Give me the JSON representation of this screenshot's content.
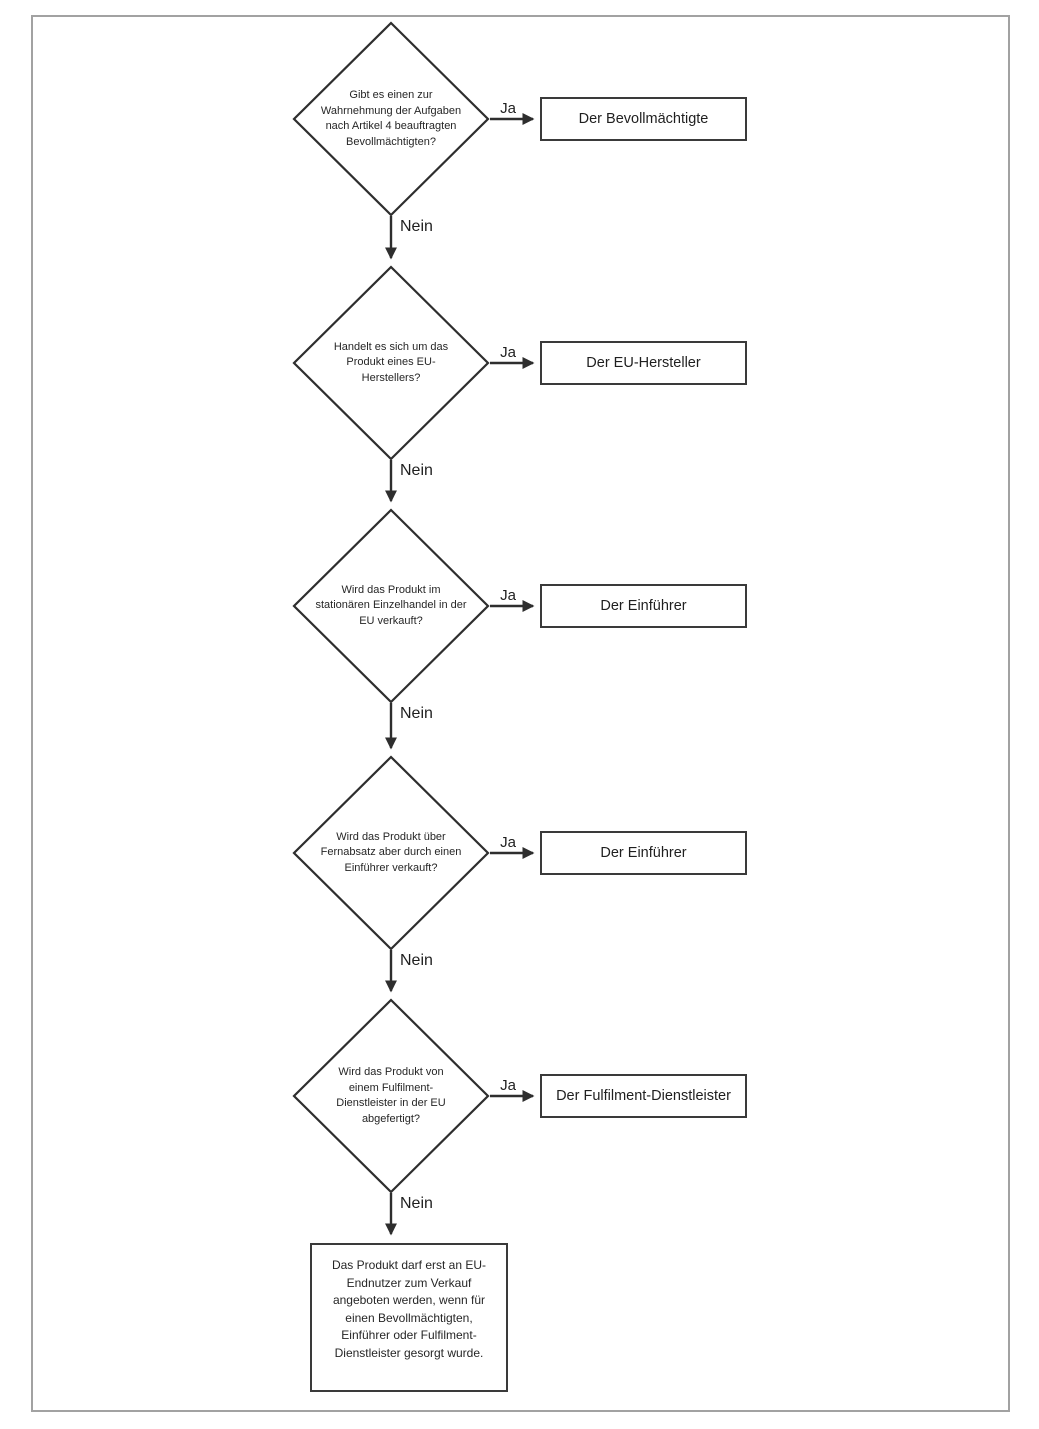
{
  "flowchart": {
    "yes_label": "Ja",
    "no_label": "Nein",
    "steps": [
      {
        "question": "Gibt es einen zur\nWahrnehmung der Aufgaben\nnach Artikel 4 beauftragten\nBevollmächtigten?",
        "result": "Der Bevollmächtigte"
      },
      {
        "question": "Handelt es sich um das\nProdukt eines EU-\nHerstellers?",
        "result": "Der EU-Hersteller"
      },
      {
        "question": "Wird das Produkt im\nstationären Einzelhandel in der\nEU verkauft?",
        "result": "Der Einführer"
      },
      {
        "question": "Wird das Produkt über\nFernabsatz aber durch einen\nEinführer verkauft?",
        "result": "Der Einführer"
      },
      {
        "question": "Wird das Produkt von\neinem Fulfilment-\nDienstleister in der EU\nabgefertigt?",
        "result": "Der Fulfilment-Dienstleister"
      }
    ],
    "final_note": "Das Produkt darf erst an EU-\nEndnutzer zum Verkauf\nangeboten werden, wenn für\neinen Bevollmächtigten,\nEinführer oder Fulfilment-\nDienstleister gesorgt wurde.",
    "colors": {
      "line": "#2e2e2e",
      "frame": "#a2a2a2",
      "text": "#262626",
      "background": "#ffffff"
    }
  }
}
